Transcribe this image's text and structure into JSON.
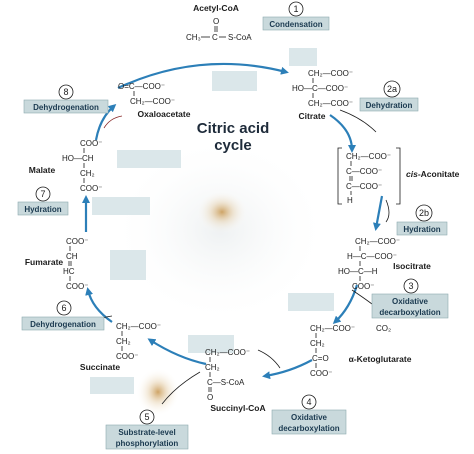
{
  "title": [
    "Citric acid",
    "cycle"
  ],
  "acetyl": {
    "name": "Acetyl-CoA",
    "formula_left": "CH₃",
    "formula_c": "C",
    "formula_right": "S-CoA",
    "oxygen": "O"
  },
  "steps": [
    {
      "number": "1",
      "label": [
        "Condensation"
      ]
    },
    {
      "number": "2a",
      "label": [
        "Dehydration"
      ]
    },
    {
      "number": "2b",
      "label": [
        "Hydration"
      ]
    },
    {
      "number": "3",
      "label": [
        "Oxidative",
        "decarboxylation"
      ]
    },
    {
      "number": "4",
      "label": [
        "Oxidative",
        "decarboxylation"
      ]
    },
    {
      "number": "5",
      "label": [
        "Substrate-level",
        "phosphorylation"
      ]
    },
    {
      "number": "6",
      "label": [
        "Dehydrogenation"
      ]
    },
    {
      "number": "7",
      "label": [
        "Hydration"
      ]
    },
    {
      "number": "8",
      "label": [
        "Dehydrogenation"
      ]
    }
  ],
  "metabolites": {
    "citrate": {
      "name": "Citrate",
      "lines": [
        "CH₂—COO⁻",
        "HO—C—COO⁻",
        "CH₂—COO⁻"
      ]
    },
    "cis_aconitate": {
      "name_prefix": "cis",
      "name_suffix": "-Aconitate",
      "lines": [
        "CH₂—COO⁻",
        "C—COO⁻",
        "C—COO⁻",
        "H"
      ]
    },
    "isocitrate": {
      "name": "Isocitrate",
      "lines": [
        "CH₂—COO⁻",
        "H—C—COO⁻",
        "HO—C—H",
        "COO⁻"
      ]
    },
    "ketoglutarate": {
      "name": "α-Ketoglutarate",
      "lines": [
        "CH₂—COO⁻",
        "CH₂",
        "C=O",
        "COO⁻"
      ],
      "product": "CO₂"
    },
    "succinyl_coa": {
      "name": "Succinyl-CoA",
      "lines": [
        "CH₂—COO⁻",
        "CH₂",
        "C—S-CoA",
        "O"
      ]
    },
    "succinate": {
      "name": "Succinate",
      "lines": [
        "CH₂—COO⁻",
        "CH₂",
        "COO⁻"
      ]
    },
    "fumarate": {
      "name": "Fumarate",
      "lines": [
        "COO⁻",
        "CH",
        "HC",
        "COO⁻"
      ]
    },
    "malate": {
      "name": "Malate",
      "lines": [
        "COO⁻",
        "HO—CH",
        "CH₂",
        "COO⁻"
      ]
    },
    "oxaloacetate": {
      "name": "Oxaloacetate",
      "lines": [
        "O=C—COO⁻",
        "CH₂—COO⁻"
      ]
    }
  }
}
